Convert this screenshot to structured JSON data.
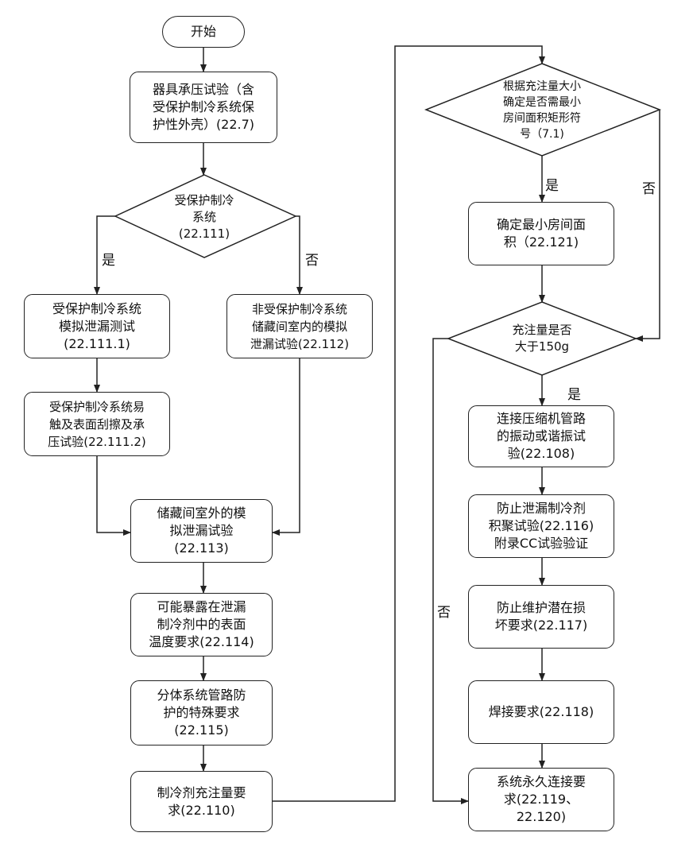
{
  "nodes": {
    "start": [
      "开始"
    ],
    "pressure_test": [
      "器具承压试验（含",
      "受保护制冷系统保",
      "护性外壳）(22.7)"
    ],
    "protected_decision": [
      "受保护制冷",
      "系统",
      "(22.111)"
    ],
    "protected_leak_sim": [
      "受保护制冷系统",
      "模拟泄漏测试",
      "(22.111.1)"
    ],
    "protected_scratch": [
      "受保护制冷系统易",
      "触及表面刮擦及承",
      "压试验(22.111.2)"
    ],
    "nonprotected_leak_sim": [
      "非受保护制冷系统",
      "储藏间室内的模拟",
      "泄漏试验(22.112)"
    ],
    "outdoor_leak_sim": [
      "储藏间室外的模",
      "拟泄漏试验",
      "(22.113)"
    ],
    "surface_temp": [
      "可能暴露在泄漏",
      "制冷剂中的表面",
      "温度要求(22.114)"
    ],
    "split_pipe": [
      "分体系统管路防",
      "护的特殊要求",
      "(22.115)"
    ],
    "charge_req": [
      "制冷剂充注量要",
      "求(22.110)"
    ],
    "min_room_decision": [
      "根据充注量大小",
      "确定是否需最小",
      "房间面积矩形符",
      "号（7.1)"
    ],
    "min_room": [
      "确定最小房间面",
      "积（22.121)"
    ],
    "charge_decision": [
      "充注量是否",
      "大于150g"
    ],
    "vibration": [
      "连接压缩机管路",
      "的振动或谐振试",
      "验(22.108)"
    ],
    "accumulation": [
      "防止泄漏制冷剂",
      "积聚试验(22.116)",
      "附录CC试验验证"
    ],
    "maintenance": [
      "防止维护潜在损",
      "坏要求(22.117)"
    ],
    "welding": [
      "焊接要求(22.118)"
    ],
    "permanent": [
      "系统永久连接要",
      "求(22.119、",
      "22.120)"
    ]
  },
  "labels": {
    "yes": "是",
    "no": "否"
  }
}
